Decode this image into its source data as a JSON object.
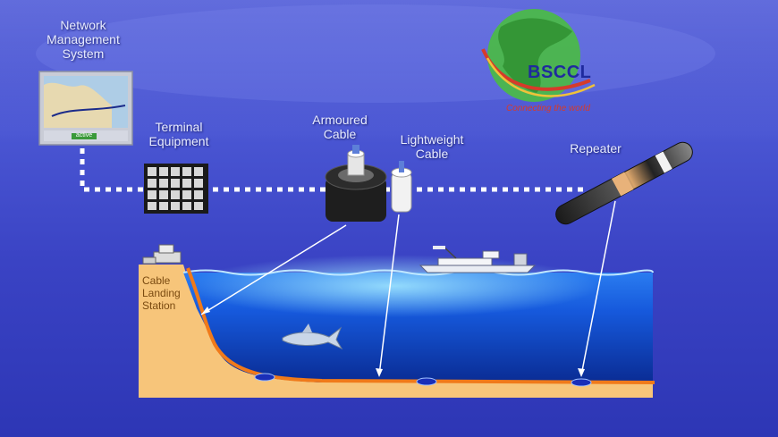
{
  "labels": {
    "nms": [
      "Network",
      "Management",
      "System"
    ],
    "terminal": [
      "Terminal",
      "Equipment"
    ],
    "armoured": [
      "Armoured",
      "Cable"
    ],
    "lightweight": [
      "Lightweight",
      "Cable"
    ],
    "repeater": "Repeater",
    "station": [
      "Cable",
      "Landing",
      "Station"
    ]
  },
  "logo": {
    "name": "BSCCL",
    "tagline": "Connecting the world"
  },
  "monitor": {
    "status_text": "active"
  },
  "colors": {
    "cable": "#f07a1a",
    "sea_top": "#1c64e6",
    "sea_bottom": "#0a2f9a",
    "land": "#f7c57a",
    "dots": "#ffffff",
    "brand": "#1f2a9e",
    "tagline": "#d63b2a"
  },
  "icons": {
    "monitor": "map-monitor-icon",
    "rack": "equipment-rack-icon",
    "armoured": "armoured-cable-icon",
    "lightweight": "lightweight-cable-icon",
    "repeater": "repeater-icon",
    "ship": "ship-icon",
    "fish": "shark-icon",
    "globe": "globe-logo-icon"
  }
}
